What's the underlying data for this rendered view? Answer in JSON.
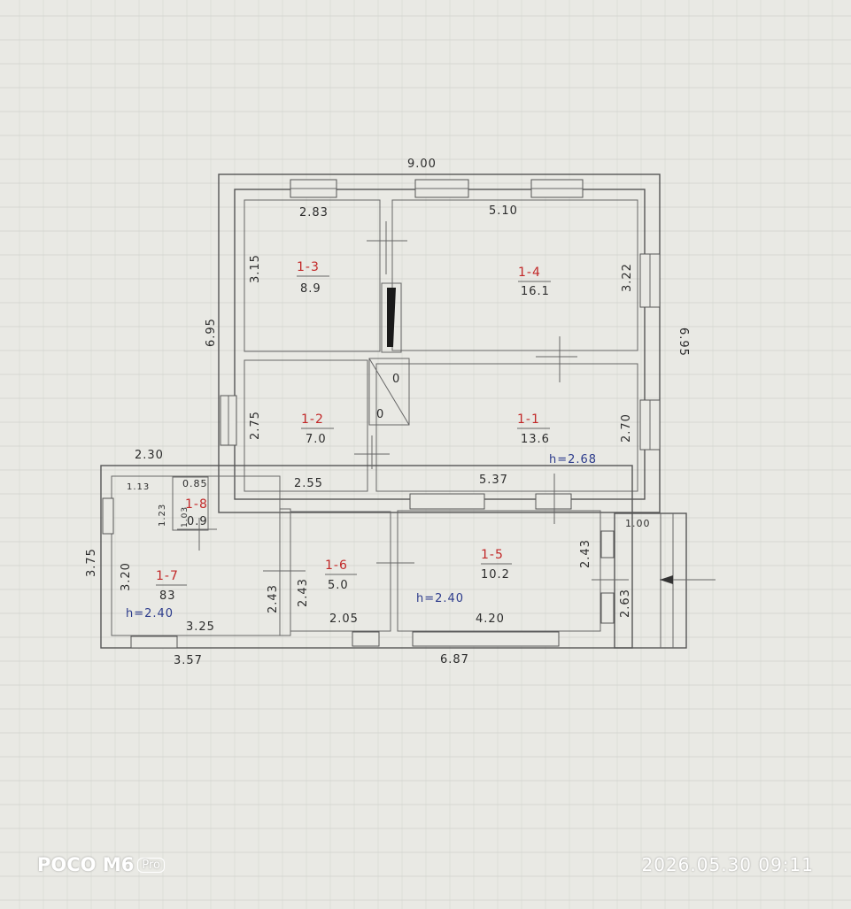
{
  "plan": {
    "rooms": [
      {
        "id": "1-3",
        "area": "8.9"
      },
      {
        "id": "1-4",
        "area": "16.1"
      },
      {
        "id": "1-2",
        "area": "7.0"
      },
      {
        "id": "1-1",
        "area": "13.6"
      },
      {
        "id": "1-8",
        "area": "0.9"
      },
      {
        "id": "1-7",
        "area": "83"
      },
      {
        "id": "1-6",
        "area": "5.0"
      },
      {
        "id": "1-5",
        "area": "10.2"
      }
    ],
    "heights": [
      "h=2.68",
      "h=2.40",
      "h=2.40"
    ],
    "stove_marks": [
      "0",
      "0"
    ],
    "dims": {
      "top_total": "9.00",
      "r13_width": "2.83",
      "r13_height": "3.15",
      "r14_width": "5.10",
      "r14_height": "3.22",
      "left_total": "6.95",
      "right_total": "6.95",
      "r12_height": "2.75",
      "r12_width": "2.55",
      "r11_height": "2.70",
      "r11_width": "5.37",
      "ext_width": "2.30",
      "r17_a": "1.13",
      "r18_w": "0.85",
      "r17_b": "1.23",
      "r18_h": "1.03",
      "ext_left": "3.75",
      "r17_height": "3.20",
      "r17_width": "3.25",
      "bottom_left": "3.57",
      "r16_height_a": "2.43",
      "r16_height_b": "2.43",
      "r16_width": "2.05",
      "r15_height": "2.43",
      "r15_width": "4.20",
      "bottom_right": "6.87",
      "porch_width": "1.00",
      "porch_height": "2.63"
    }
  },
  "watermark": {
    "brand": "POCO M6",
    "badge": "Pro",
    "timestamp": "2026.05.30 09:11"
  }
}
